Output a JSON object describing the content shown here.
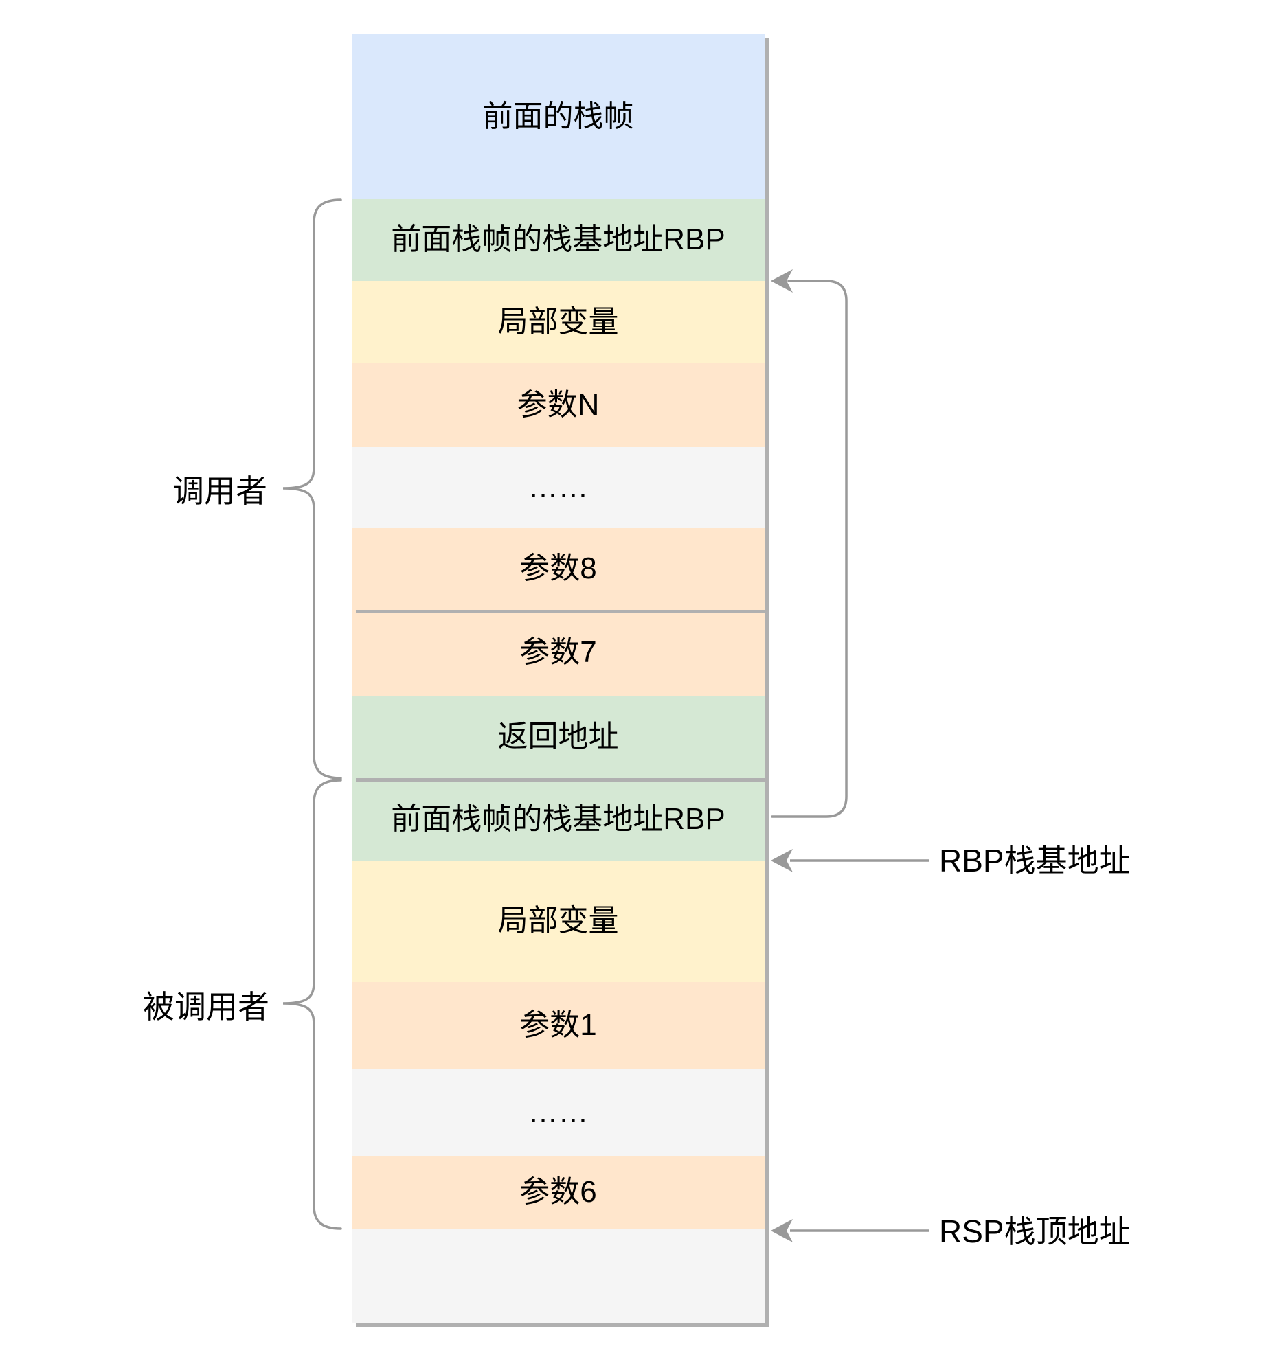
{
  "palette": {
    "blue": "#dae8fc",
    "green": "#d5e8d4",
    "yellow": "#fff2cc",
    "orange": "#ffe6cc",
    "gray": "#f5f5f5",
    "line": "#999999",
    "text": "#000000",
    "shadow": "#b0b0b0"
  },
  "stack": {
    "groups": [
      {
        "rows": [
          {
            "text": "前面的栈帧",
            "color": "blue"
          },
          {
            "text": "前面栈帧的栈基地址RBP",
            "color": "green"
          },
          {
            "text": "局部变量",
            "color": "yellow"
          },
          {
            "text": "参数N",
            "color": "orange"
          },
          {
            "text": "……",
            "color": "gray"
          },
          {
            "text": "参数8",
            "color": "orange"
          }
        ]
      },
      {
        "rows": [
          {
            "text": "参数7",
            "color": "orange"
          },
          {
            "text": "返回地址",
            "color": "green"
          }
        ]
      },
      {
        "rows": [
          {
            "text": "前面栈帧的栈基地址RBP",
            "color": "green"
          },
          {
            "text": "局部变量",
            "color": "yellow"
          },
          {
            "text": "参数1",
            "color": "orange"
          },
          {
            "text": "……",
            "color": "gray"
          },
          {
            "text": "参数6",
            "color": "orange"
          },
          {
            "text": "",
            "color": "gray"
          }
        ]
      }
    ]
  },
  "labels": {
    "caller": "调用者",
    "callee": "被调用者",
    "rbp": "RBP栈基地址",
    "rsp": "RSP栈顶地址"
  }
}
